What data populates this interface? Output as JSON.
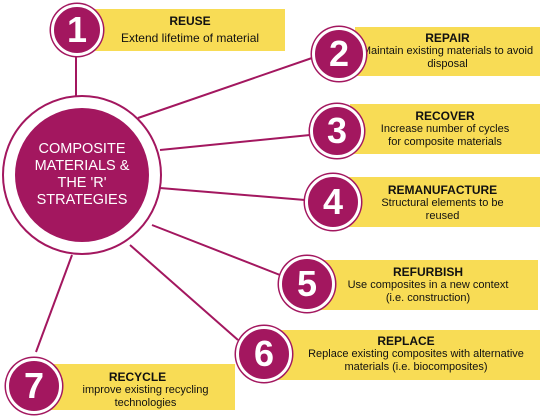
{
  "center": {
    "text": "COMPOSITE MATERIALS & THE 'R' STRATEGIES"
  },
  "strategies": [
    {
      "number": "1",
      "title": "REUSE",
      "description": "Extend lifetime of material"
    },
    {
      "number": "2",
      "title": "REPAIR",
      "description": "Maintain existing materials to avoid disposal"
    },
    {
      "number": "3",
      "title": "RECOVER",
      "description": "Increase number of cycles for composite materials"
    },
    {
      "number": "4",
      "title": "REMANUFACTURE",
      "description": "Structural elements to be reused"
    },
    {
      "number": "5",
      "title": "REFURBISH",
      "description": "Use composites in a new context (i.e. construction)"
    },
    {
      "number": "6",
      "title": "REPLACE",
      "description": "Replace existing composites with alternative materials (i.e. biocomposites)"
    },
    {
      "number": "7",
      "title": "RECYCLE",
      "description": "improve existing recycling technologies"
    }
  ],
  "colors": {
    "accent": "#a3175f",
    "card": "#f8dc55",
    "line": "#a3175f"
  }
}
